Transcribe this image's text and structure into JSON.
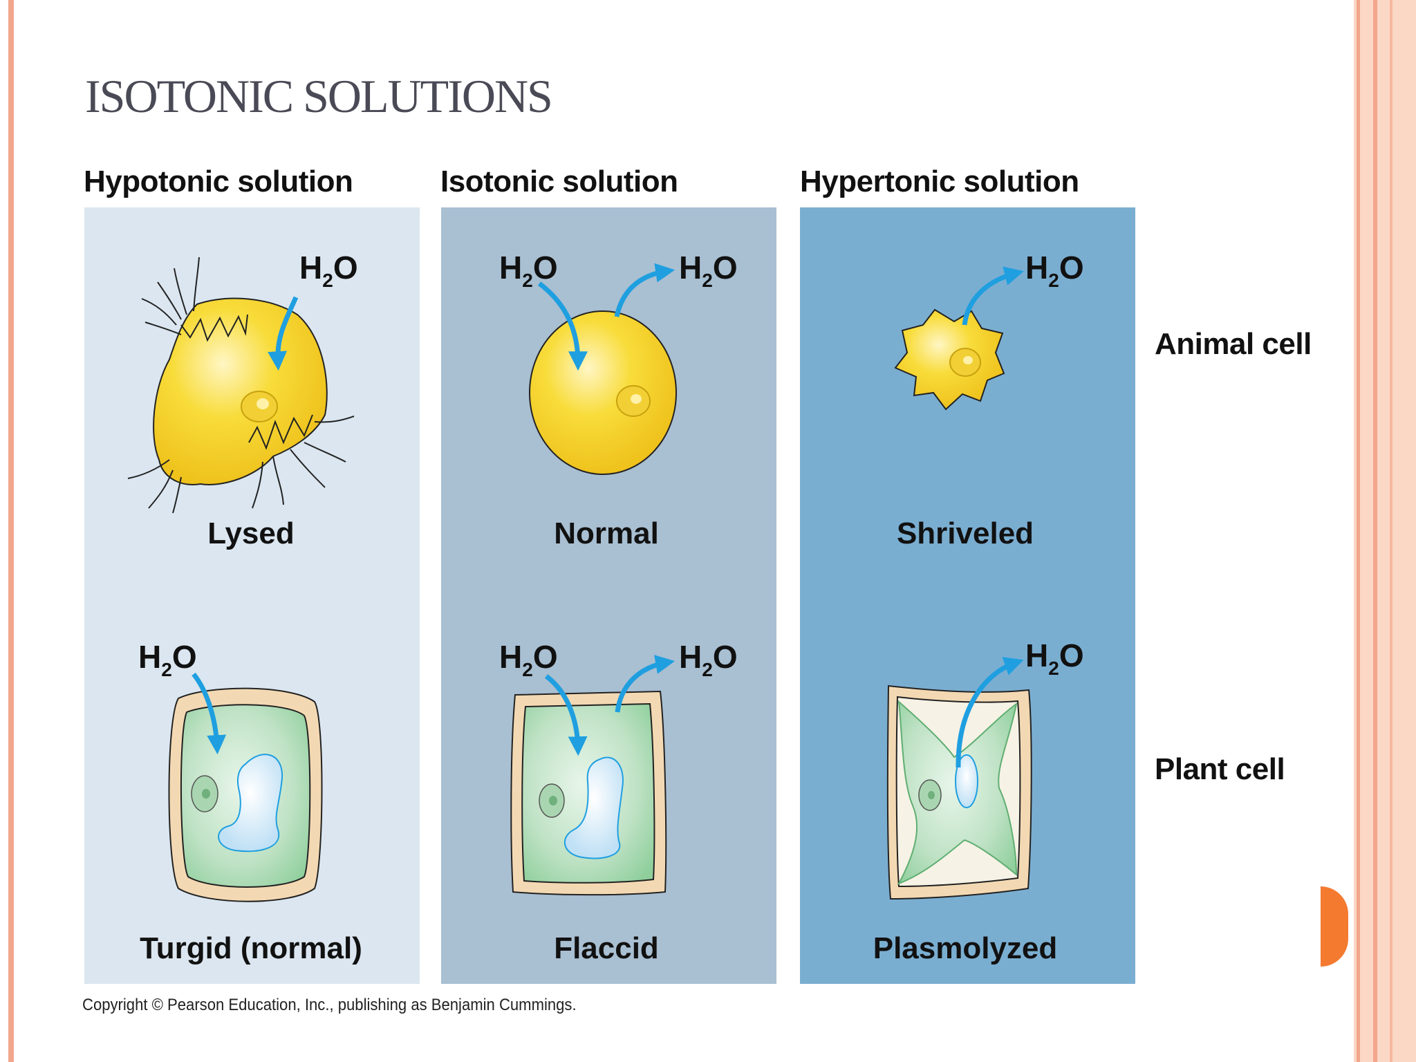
{
  "slide": {
    "title": "ISOTONIC SOLUTIONS"
  },
  "columns": [
    {
      "heading": "Hypotonic solution",
      "animal_label": "Lysed",
      "plant_label": "Turgid (normal)"
    },
    {
      "heading": "Isotonic solution",
      "animal_label": "Normal",
      "plant_label": "Flaccid"
    },
    {
      "heading": "Hypertonic solution",
      "animal_label": "Shriveled",
      "plant_label": "Plasmolyzed"
    }
  ],
  "rows": {
    "animal": "Animal cell",
    "plant": "Plant cell"
  },
  "water": {
    "base": "H",
    "sub": "2",
    "tail": "O"
  },
  "copyright": "Copyright © Pearson Education, Inc., publishing as Benjamin Cummings.",
  "colors": {
    "hypotonic_panel": "#dbe6f0",
    "isotonic_panel": "#a9bfd2",
    "hypertonic_panel": "#7aaed1",
    "animal_cell": "#f7d631",
    "plant_cytoplasm": "#b9dfc1",
    "cell_wall": "#f3d9b3",
    "vacuole": "#d6ecf8",
    "arrow": "#1f9fe0",
    "accent_orange": "#f47a30",
    "border_salmon": "#f2a68c"
  },
  "icons": {
    "next": "next-slide-arrow-icon"
  }
}
